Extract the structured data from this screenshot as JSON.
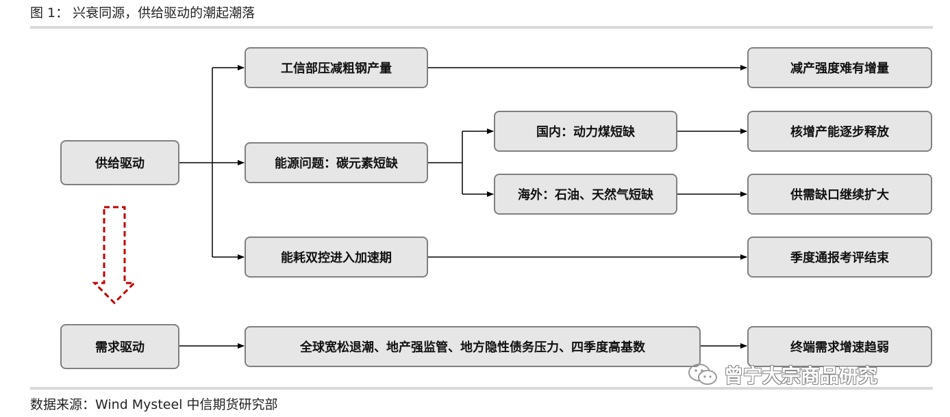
{
  "header": {
    "title": "图 1：  兴衰同源，供给驱动的潮起潮落"
  },
  "footer": {
    "source": "数据来源：Wind Mysteel 中信期货研究部"
  },
  "diagram": {
    "supply_root": "供给驱动",
    "demand_root": "需求驱动",
    "supply_branches": [
      {
        "cause": "工信部压减粗钢产量",
        "result": "减产强度难有增量"
      },
      {
        "cause": "能源问题：碳元素短缺"
      },
      {
        "cause": "能耗双控进入加速期",
        "result": "季度通报考评结束"
      }
    ],
    "energy_sub": [
      {
        "cause": "国内：动力煤短缺",
        "result": "核增产能逐步释放"
      },
      {
        "cause": "海外：石油、天然气短缺",
        "result": "供需缺口继续扩大"
      }
    ],
    "demand_cause": "全球宽松退潮、地产强监管、地方隐性债务压力、四季度高基数",
    "demand_result": "终端需求增速趋弱",
    "transition_arrow_color": "#c00000",
    "box_fill": "#e6e6e6",
    "box_border": "#7f7f7f"
  },
  "watermark": {
    "icon": "wechat-icon",
    "text": "曾宁大宗商品研究"
  }
}
